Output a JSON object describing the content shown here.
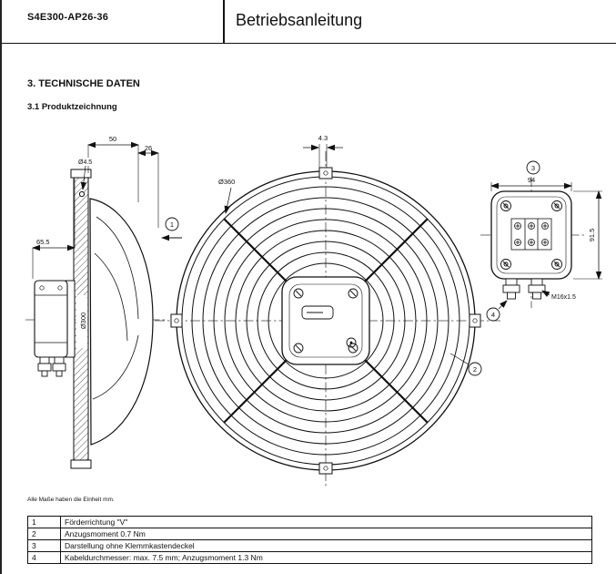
{
  "page": {
    "doc_number": "S4E300-AP26-36",
    "title": "Betriebsanleitung"
  },
  "sections": {
    "heading": "3. TECHNISCHE DATEN",
    "subheading": "3.1 Produktzeichnung"
  },
  "drawing": {
    "side_view": {
      "dim_width": "50",
      "dim_depth": "26",
      "dim_hole": "Ø4.5",
      "dim_box_depth": "65.5",
      "dim_fan_dia": "Ø300"
    },
    "front_view": {
      "dim_guard_dia": "Ø360",
      "dim_gap": "4.3"
    },
    "terminal_box": {
      "dim_width": "94",
      "dim_height": "91.5",
      "gland_thread": "M16x1.5"
    },
    "callouts": {
      "c1": "1",
      "c2": "2",
      "c3": "3",
      "c4": "4"
    }
  },
  "note": "Alle Maße haben die Einheit mm.",
  "legend_table": {
    "rows": [
      {
        "num": "1",
        "text": "Förderrichtung \"V\""
      },
      {
        "num": "2",
        "text": "Anzugsmoment 0.7 Nm"
      },
      {
        "num": "3",
        "text": "Darstellung ohne Klemmkastendeckel"
      },
      {
        "num": "4",
        "text": "Kabeldurchmesser: max. 7.5 mm; Anzugsmoment 1.3 Nm"
      }
    ]
  }
}
